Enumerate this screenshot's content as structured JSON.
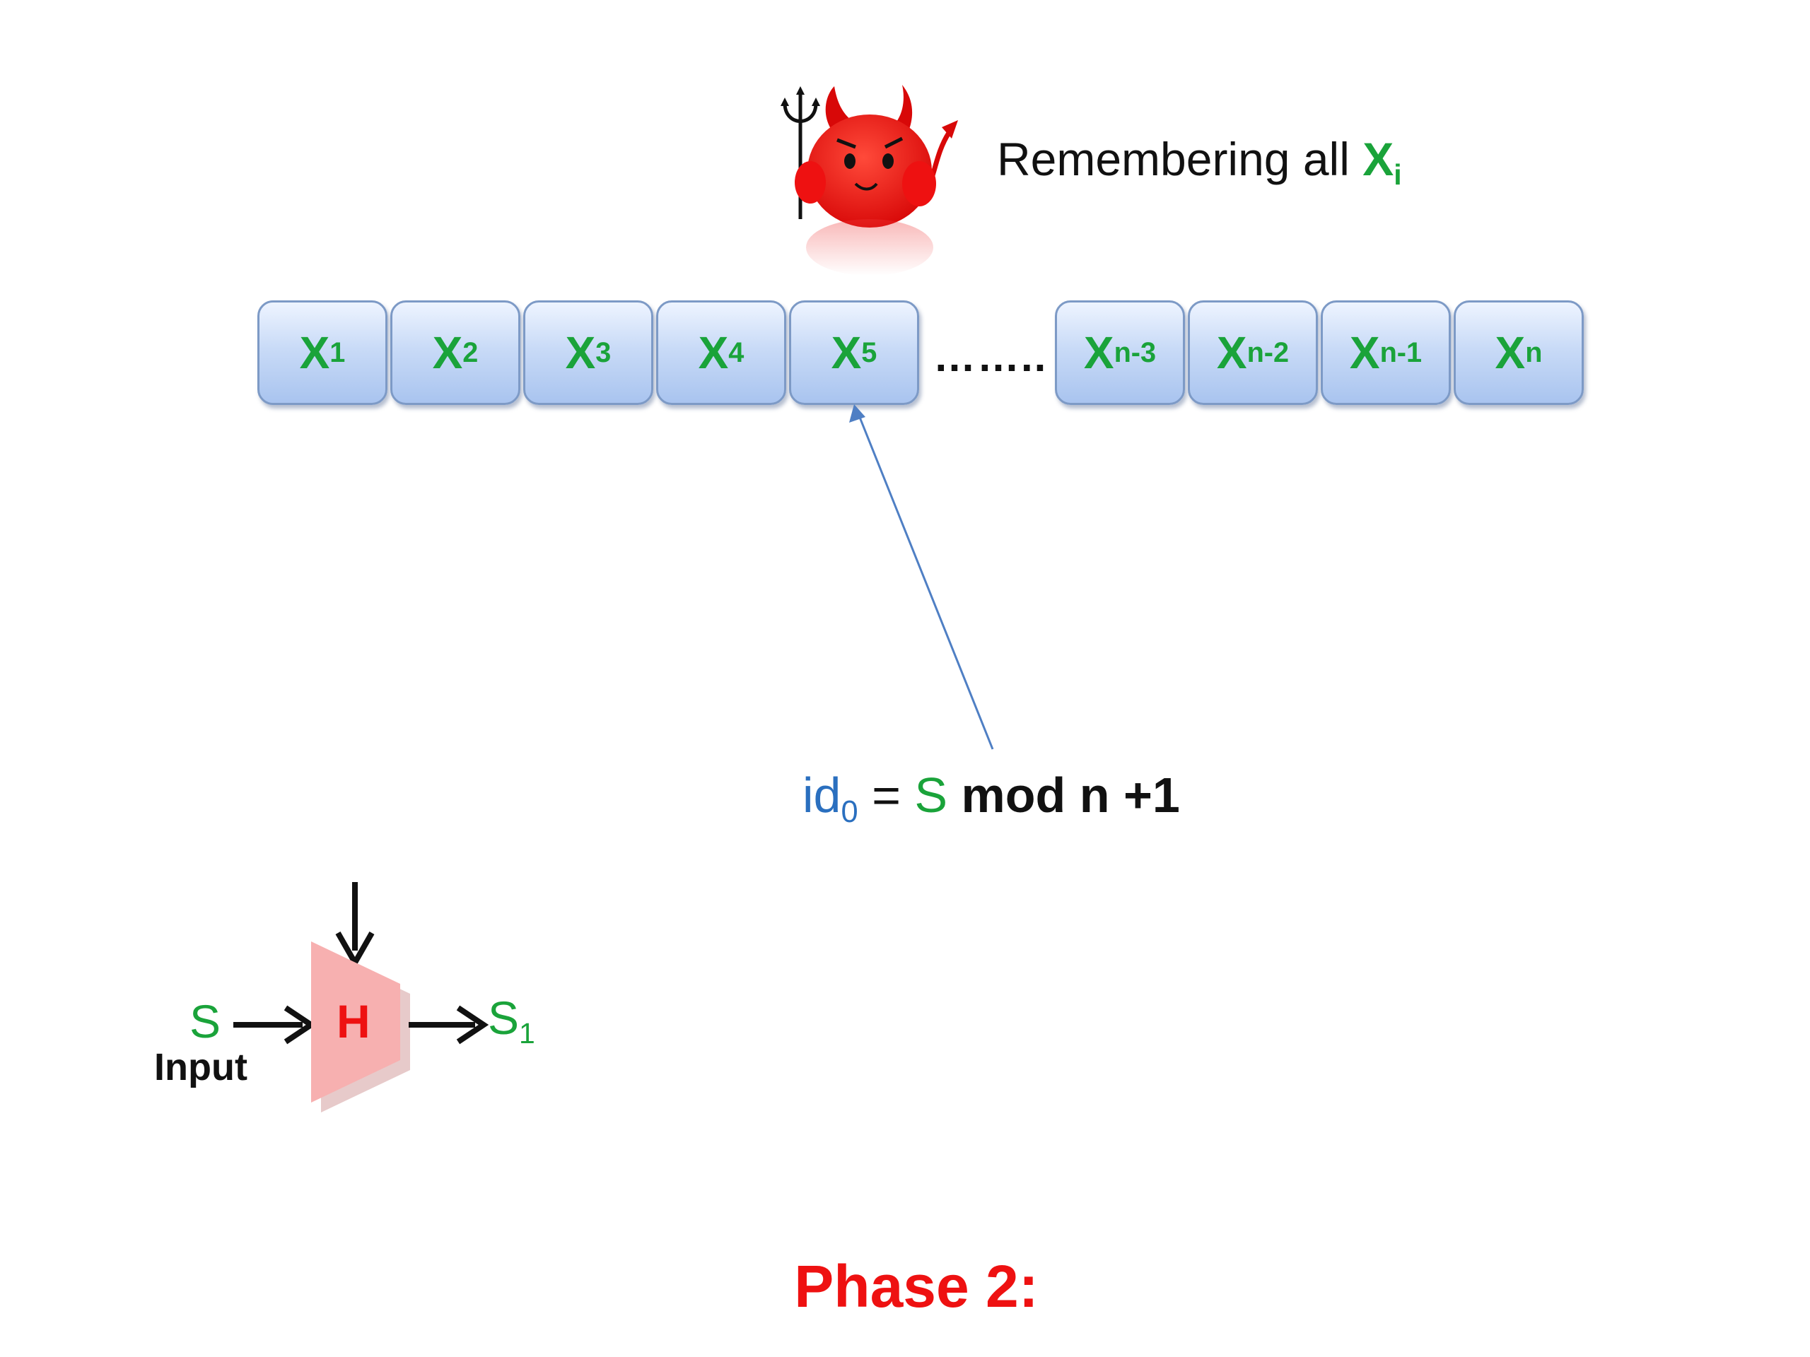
{
  "caption": {
    "text": "Remembering all ",
    "var": "X",
    "sub": "i"
  },
  "cells": [
    {
      "var": "X",
      "sub": "1"
    },
    {
      "var": "X",
      "sub": "2"
    },
    {
      "var": "X",
      "sub": "3"
    },
    {
      "var": "X",
      "sub": "4"
    },
    {
      "var": "X",
      "sub": "5"
    },
    {
      "var": "X",
      "sub": "n-3"
    },
    {
      "var": "X",
      "sub": "n-2"
    },
    {
      "var": "X",
      "sub": "n-1"
    },
    {
      "var": "X",
      "sub": "n"
    }
  ],
  "ellipsis": "……..",
  "formula": {
    "id": "id",
    "id_sub": "0",
    "eq": " = ",
    "s": "S",
    "rest": " mod n +1"
  },
  "hash": {
    "input_var": "S",
    "input_label": "Input",
    "function": "H",
    "output_var": "S",
    "output_sub": "1"
  },
  "phase_title": "Phase 2:",
  "colors": {
    "variable_green": "#1aa33a",
    "index_blue": "#2a6fbf",
    "title_red": "#ee1111",
    "hash_fill": "#f7b0b0",
    "cell_border": "#7d9ac6",
    "pointer_line": "#4f7fc4"
  },
  "icons": {
    "devil": "devil-with-pitchfork-icon"
  }
}
